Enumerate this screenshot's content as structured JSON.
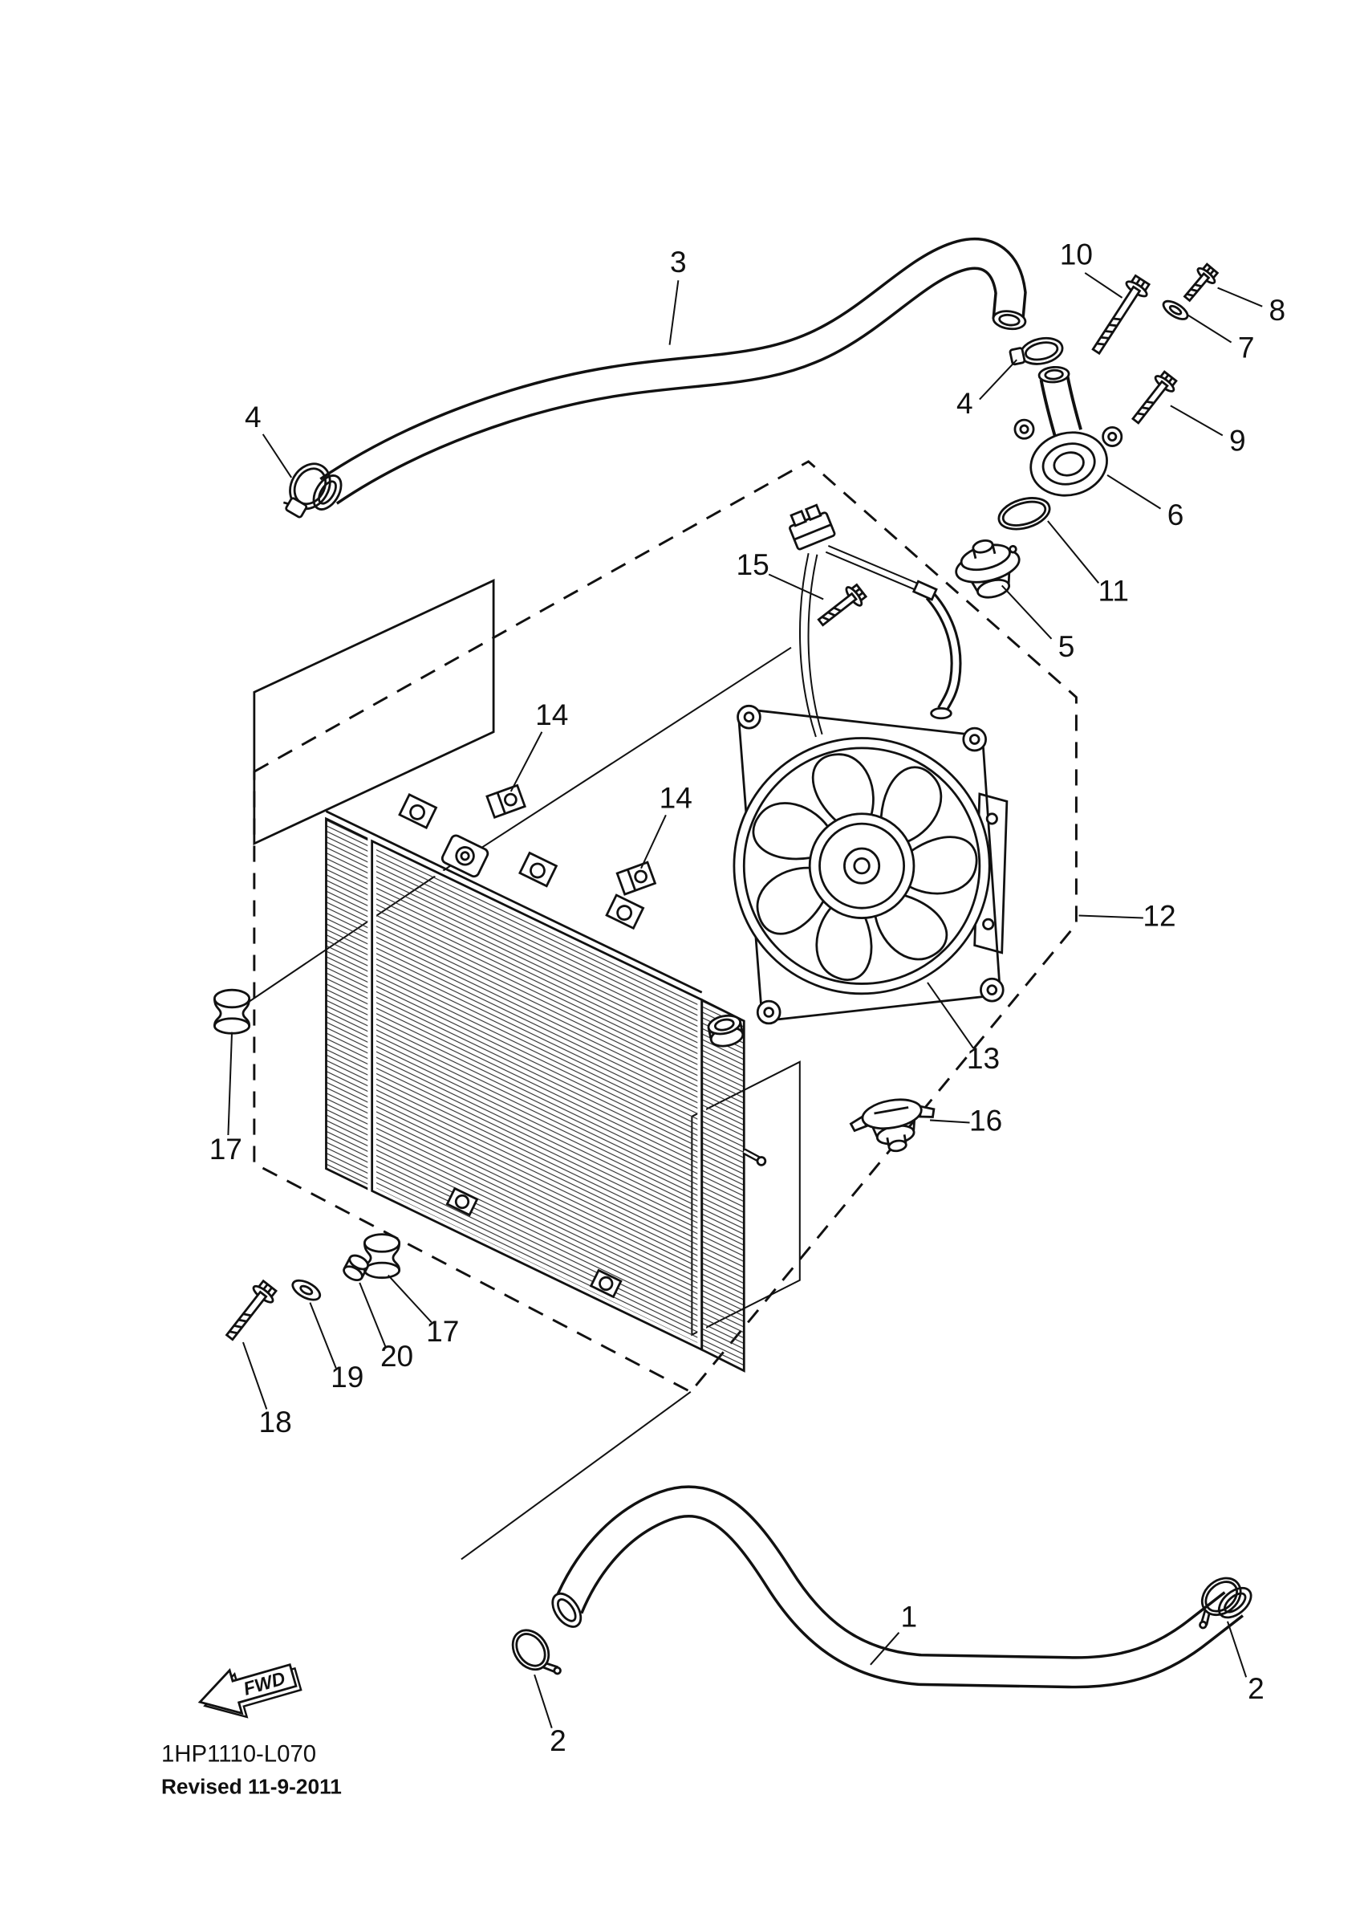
{
  "page": {
    "background": "#ffffff",
    "line_color": "#111111"
  },
  "footer": {
    "diagram_code": "1HP1110-L070",
    "revision": "Revised 11-9-2011"
  },
  "fwd": {
    "label": "FWD"
  },
  "callouts": [
    {
      "label": "3",
      "part": "upper-radiator-hose"
    },
    {
      "label": "10",
      "part": "housing-bolt-long"
    },
    {
      "label": "8",
      "part": "flange-bolt-top"
    },
    {
      "label": "7",
      "part": "washer-top"
    },
    {
      "label": "4",
      "part": "hose-clamp-at-housing"
    },
    {
      "label": "9",
      "part": "housing-bolt-short"
    },
    {
      "label": "6",
      "part": "thermostat-housing"
    },
    {
      "label": "11",
      "part": "o-ring"
    },
    {
      "label": "5",
      "part": "thermostat"
    },
    {
      "label": "15",
      "part": "fan-screw"
    },
    {
      "label": "4",
      "part": "hose-clamp-left"
    },
    {
      "label": "14",
      "part": "clip-upper"
    },
    {
      "label": "14",
      "part": "clip-lower"
    },
    {
      "label": "12",
      "part": "radiator-fan-assembly"
    },
    {
      "label": "13",
      "part": "cooling-fan"
    },
    {
      "label": "16",
      "part": "radiator-cap"
    },
    {
      "label": "17",
      "part": "grommet-upper"
    },
    {
      "label": "17",
      "part": "grommet-lower"
    },
    {
      "label": "20",
      "part": "collar"
    },
    {
      "label": "19",
      "part": "washer-mount"
    },
    {
      "label": "18",
      "part": "mount-bolt"
    },
    {
      "label": "1",
      "part": "lower-radiator-hose"
    },
    {
      "label": "2",
      "part": "hose-clamp-lower-left"
    },
    {
      "label": "2",
      "part": "hose-clamp-lower-right"
    }
  ]
}
